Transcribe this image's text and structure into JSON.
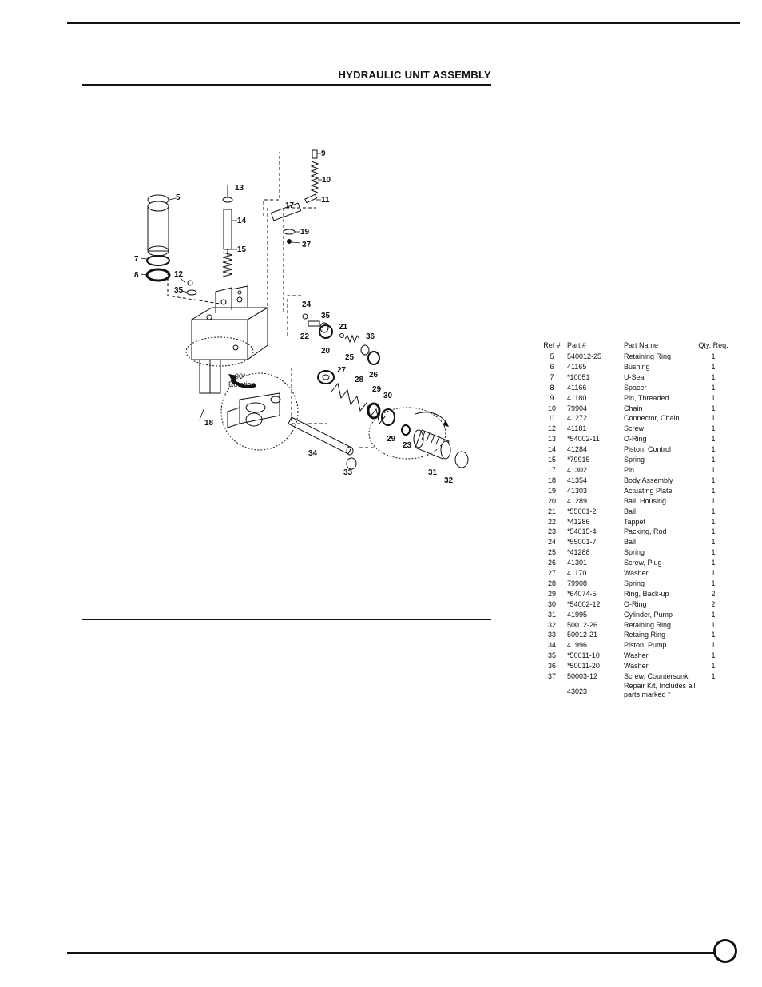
{
  "page": {
    "title": "HYDRAULIC UNIT ASSEMBLY",
    "page_number": ""
  },
  "diagram": {
    "callouts": {
      "c5": "5",
      "c7": "7",
      "c8": "8",
      "c9": "9",
      "c10": "10",
      "c11": "11",
      "c12": "12",
      "c13": "13",
      "c14": "14",
      "c15": "15",
      "c17": "17",
      "c18": "18",
      "c19": "19",
      "c20": "20",
      "c21": "21",
      "c22": "22",
      "c23": "23",
      "c24": "24",
      "c25": "25",
      "c26": "26",
      "c27": "27",
      "c28": "28",
      "c29a": "29",
      "c29b": "29",
      "c30": "30",
      "c31": "31",
      "c32": "32",
      "c33": "33",
      "c34": "34",
      "c35a": "35",
      "c35b": "35",
      "c36": "36",
      "c37": "37"
    },
    "rotation_note_line1": "90°",
    "rotation_note_line2": "Rotation"
  },
  "parts_table": {
    "headers": {
      "ref": "Ref #",
      "part": "Part #",
      "name": "Part Name",
      "qty": "Qty. Req."
    },
    "rows": [
      {
        "ref": "5",
        "part": "540012-25",
        "name": "Retaining Ring",
        "qty": "1"
      },
      {
        "ref": "6",
        "part": "41165",
        "name": "Bushing",
        "qty": "1"
      },
      {
        "ref": "7",
        "part": "*10051",
        "name": "U-Seal",
        "qty": "1"
      },
      {
        "ref": "8",
        "part": "41166",
        "name": "Spacer",
        "qty": "1"
      },
      {
        "ref": "9",
        "part": "41180",
        "name": "Pin, Threaded",
        "qty": "1"
      },
      {
        "ref": "10",
        "part": "79904",
        "name": "Chain",
        "qty": "1"
      },
      {
        "ref": "11",
        "part": "41272",
        "name": "Connector, Chain",
        "qty": "1"
      },
      {
        "ref": "12",
        "part": "41181",
        "name": "Screw",
        "qty": "1"
      },
      {
        "ref": "13",
        "part": "*54002-11",
        "name": "O-Ring",
        "qty": "1"
      },
      {
        "ref": "14",
        "part": "41284",
        "name": "Piston, Control",
        "qty": "1"
      },
      {
        "ref": "15",
        "part": "*79915",
        "name": "Spring",
        "qty": "1"
      },
      {
        "ref": "17",
        "part": "41302",
        "name": "Pin",
        "qty": "1"
      },
      {
        "ref": "18",
        "part": "41354",
        "name": "Body Assembly",
        "qty": "1"
      },
      {
        "ref": "19",
        "part": "41303",
        "name": "Actuating Plate",
        "qty": "1"
      },
      {
        "ref": "20",
        "part": "41289",
        "name": "Ball, Housing",
        "qty": "1"
      },
      {
        "ref": "21",
        "part": "*55001-2",
        "name": "Ball",
        "qty": "1"
      },
      {
        "ref": "22",
        "part": "*41286",
        "name": "Tappet",
        "qty": "1"
      },
      {
        "ref": "23",
        "part": "*54015-4",
        "name": "Packing, Rod",
        "qty": "1"
      },
      {
        "ref": "24",
        "part": "*55001-7",
        "name": "Ball",
        "qty": "1"
      },
      {
        "ref": "25",
        "part": "*41288",
        "name": "Spring",
        "qty": "1"
      },
      {
        "ref": "26",
        "part": "41301",
        "name": "Screw, Plug",
        "qty": "1"
      },
      {
        "ref": "27",
        "part": "41170",
        "name": "Washer",
        "qty": "1"
      },
      {
        "ref": "28",
        "part": "79908",
        "name": "Spring",
        "qty": "1"
      },
      {
        "ref": "29",
        "part": "*64074-5",
        "name": "Ring, Back-up",
        "qty": "2"
      },
      {
        "ref": "30",
        "part": "*54002-12",
        "name": "O-Ring",
        "qty": "2"
      },
      {
        "ref": "31",
        "part": "41995",
        "name": "Cylinder, Pump",
        "qty": "1"
      },
      {
        "ref": "32",
        "part": "50012-26",
        "name": "Retaining Ring",
        "qty": "1"
      },
      {
        "ref": "33",
        "part": "50012-21",
        "name": "Retaing Ring",
        "qty": "1"
      },
      {
        "ref": "34",
        "part": "41996",
        "name": "Piston, Pump",
        "qty": "1"
      },
      {
        "ref": "35",
        "part": "*50011-10",
        "name": "Washer",
        "qty": "1"
      },
      {
        "ref": "36",
        "part": "*50011-20",
        "name": "Washer",
        "qty": "1"
      },
      {
        "ref": "37",
        "part": "50003-12",
        "name": "Screw, Countersunk",
        "qty": "1"
      }
    ],
    "kit": {
      "ref": "",
      "part": "43023",
      "name": "Repair Kit, Includes all parts marked *",
      "qty": ""
    }
  }
}
